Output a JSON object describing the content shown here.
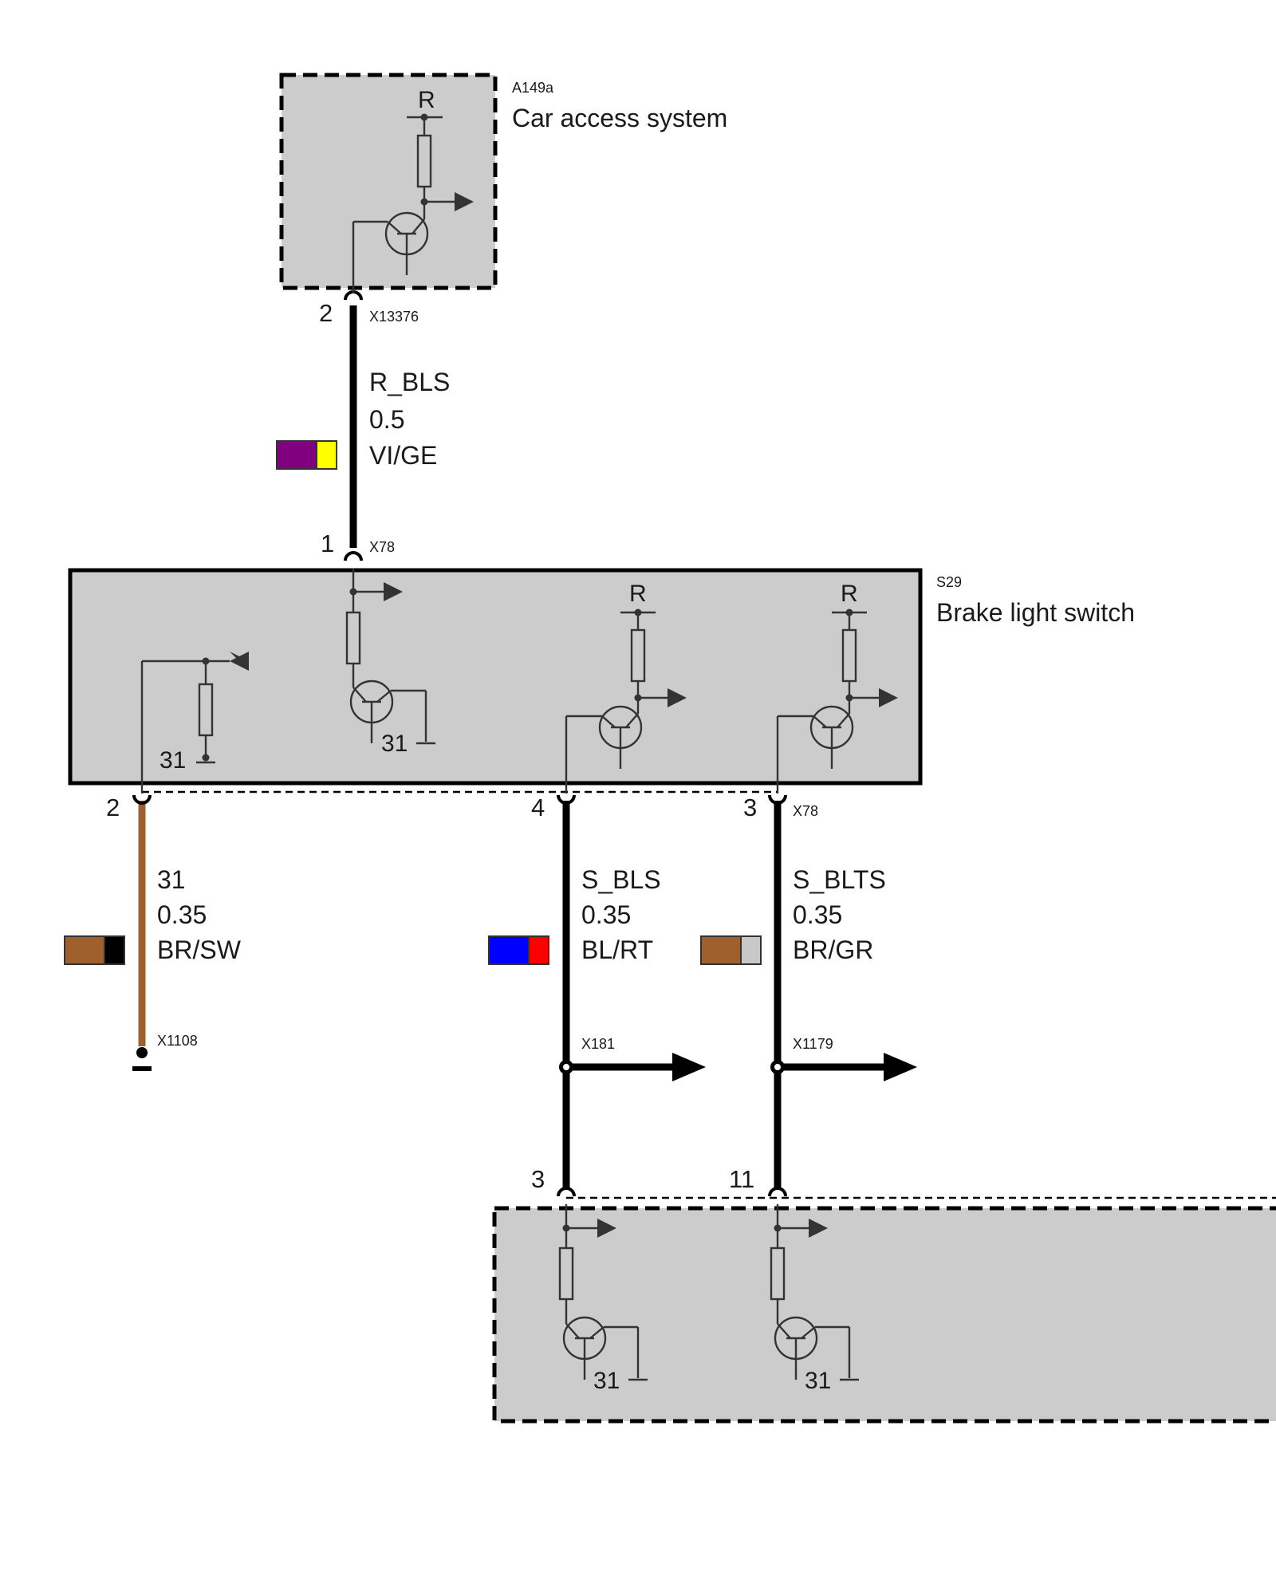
{
  "components": {
    "car_access": {
      "id": "A149a",
      "name": "Car access system",
      "supply_label": "R"
    },
    "brake_switch": {
      "id": "S29",
      "name": "Brake light switch",
      "supply_label_1": "R",
      "supply_label_2": "R",
      "ground_label_1": "31",
      "ground_label_2": "31"
    },
    "lower_unit": {
      "ground_label_1": "31",
      "ground_label_2": "31"
    }
  },
  "connectors": {
    "x13376": {
      "id": "X13376",
      "pin": "2"
    },
    "x78_top": {
      "id": "X78",
      "pin": "1"
    },
    "x78_bottom": {
      "id": "X78",
      "pin_ground": "2",
      "pin_bls": "4",
      "pin_blts": "3"
    },
    "x1108": {
      "id": "X1108"
    },
    "x181": {
      "id": "X181"
    },
    "x1179": {
      "id": "X1179"
    },
    "lower": {
      "pin_bls": "3",
      "pin_blts": "11"
    }
  },
  "wires": {
    "r_bls": {
      "signal": "R_BLS",
      "gauge": "0.5",
      "color_code": "VI/GE",
      "colors": [
        "#800080",
        "#ffff00"
      ]
    },
    "ground": {
      "signal": "31",
      "gauge": "0.35",
      "color_code": "BR/SW",
      "colors": [
        "#a0602e",
        "#000000"
      ],
      "wire_color": "#a0602e"
    },
    "s_bls": {
      "signal": "S_BLS",
      "gauge": "0.35",
      "color_code": "BL/RT",
      "colors": [
        "#0000ff",
        "#ff0000"
      ]
    },
    "s_blts": {
      "signal": "S_BLTS",
      "gauge": "0.35",
      "color_code": "BR/GR",
      "colors": [
        "#a0602e",
        "#c8c8c8"
      ]
    }
  },
  "colors": {
    "box_fill": "#cccccc",
    "wire": "#000000",
    "symbol": "#333333"
  }
}
